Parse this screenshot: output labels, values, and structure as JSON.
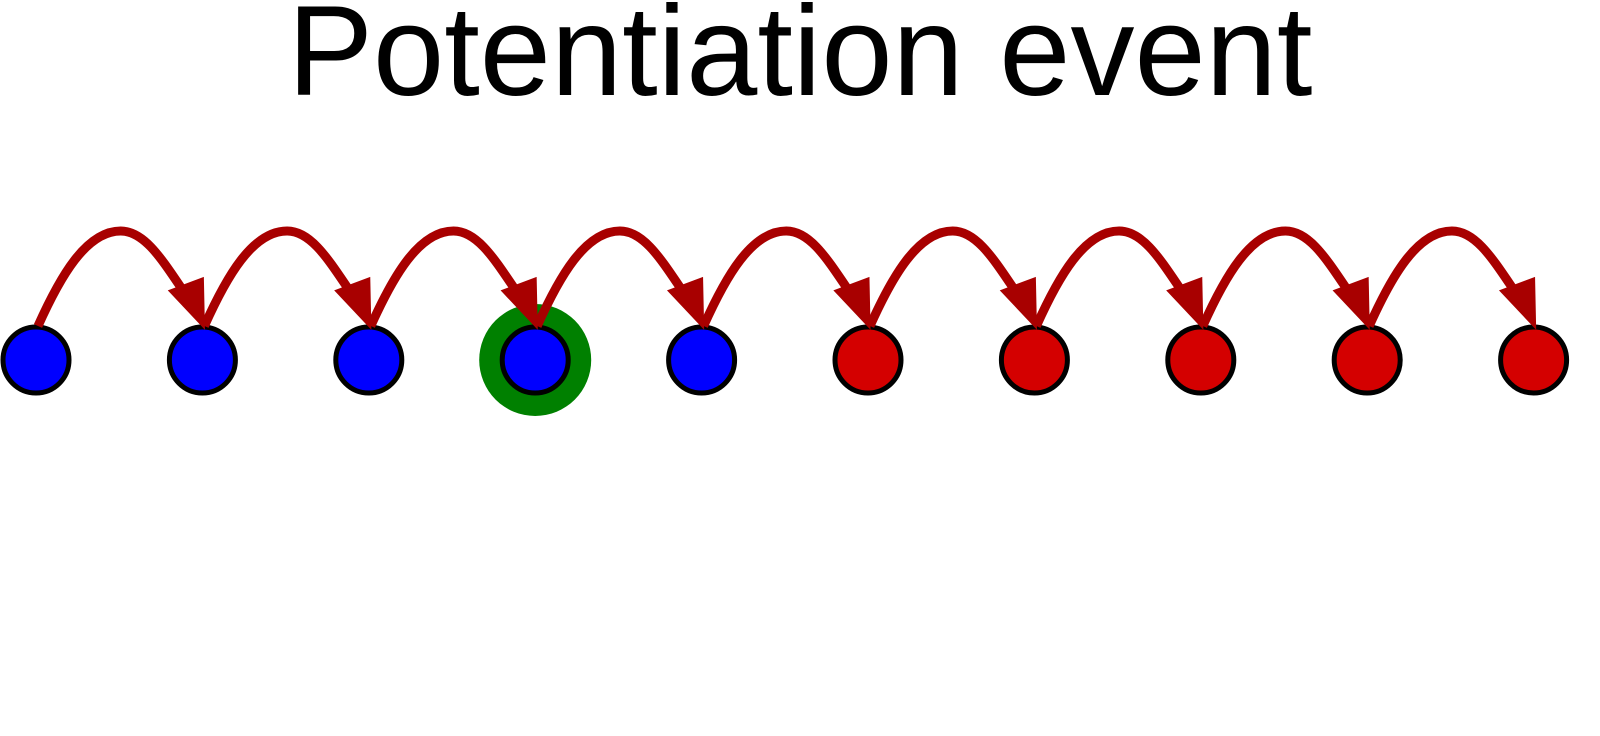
{
  "title": "Potentiation event",
  "colors": {
    "background": "#ffffff",
    "text": "#000000",
    "arrow": "#a80000",
    "node_outline": "#000000",
    "highlight_ring": "#008000"
  },
  "nodes": [
    {
      "state": "blue",
      "color": "#0000ff",
      "highlighted": false
    },
    {
      "state": "blue",
      "color": "#0000ff",
      "highlighted": false
    },
    {
      "state": "blue",
      "color": "#0000ff",
      "highlighted": false
    },
    {
      "state": "blue",
      "color": "#0000ff",
      "highlighted": true
    },
    {
      "state": "blue",
      "color": "#0000ff",
      "highlighted": false
    },
    {
      "state": "red",
      "color": "#d40000",
      "highlighted": false
    },
    {
      "state": "red",
      "color": "#d40000",
      "highlighted": false
    },
    {
      "state": "red",
      "color": "#d40000",
      "highlighted": false
    },
    {
      "state": "red",
      "color": "#d40000",
      "highlighted": false
    },
    {
      "state": "red",
      "color": "#d40000",
      "highlighted": false
    }
  ],
  "arrows": [
    {
      "from": 0,
      "to": 1
    },
    {
      "from": 1,
      "to": 2
    },
    {
      "from": 2,
      "to": 3
    },
    {
      "from": 3,
      "to": 4
    },
    {
      "from": 4,
      "to": 5
    },
    {
      "from": 5,
      "to": 6
    },
    {
      "from": 6,
      "to": 7
    },
    {
      "from": 7,
      "to": 8
    },
    {
      "from": 8,
      "to": 9
    }
  ]
}
